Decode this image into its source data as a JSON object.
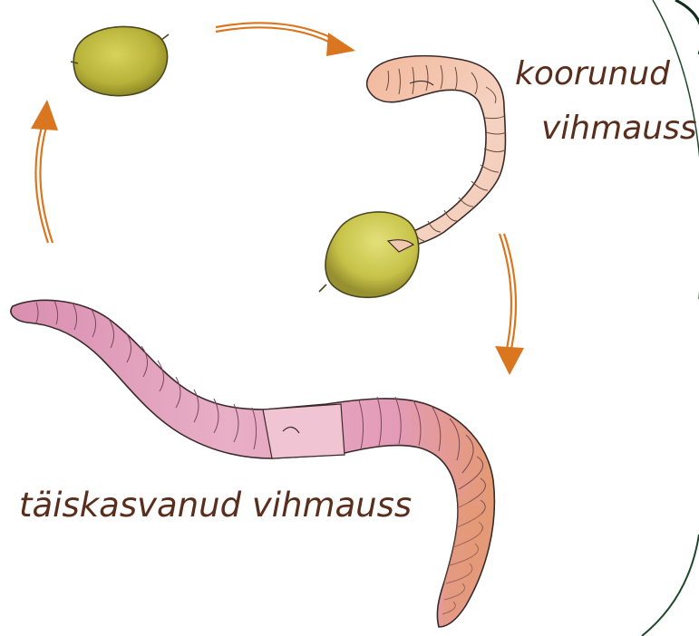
{
  "labels": {
    "hatched_line1": "koorunud",
    "hatched_line2": "vihmauss",
    "adult": "täiskasvanud vihmauss"
  },
  "colors": {
    "arrow": "#d9761f",
    "cocoon_fill": "#c4bf45",
    "cocoon_outline": "#4a4620",
    "young_worm": "#f2c7b0",
    "adult_worm": "#e0a0bb",
    "worm_outline": "#3a2a2a",
    "label_text": "#5a2e1c",
    "ring": "#1d4a2a"
  }
}
